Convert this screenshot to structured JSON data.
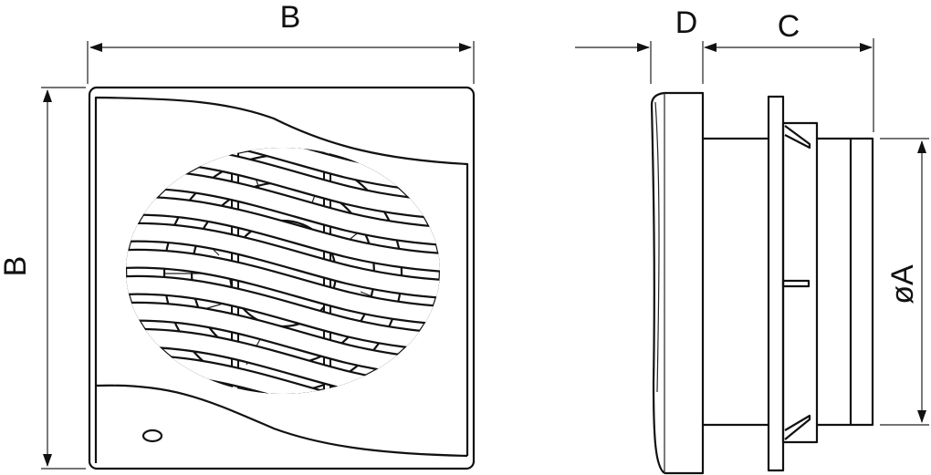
{
  "labels": {
    "width_top": "B",
    "height_left": "B",
    "depth_front": "D",
    "depth_rear": "C",
    "duct_diameter": "øA"
  },
  "colors": {
    "line": "#111111",
    "background": "#ffffff"
  }
}
